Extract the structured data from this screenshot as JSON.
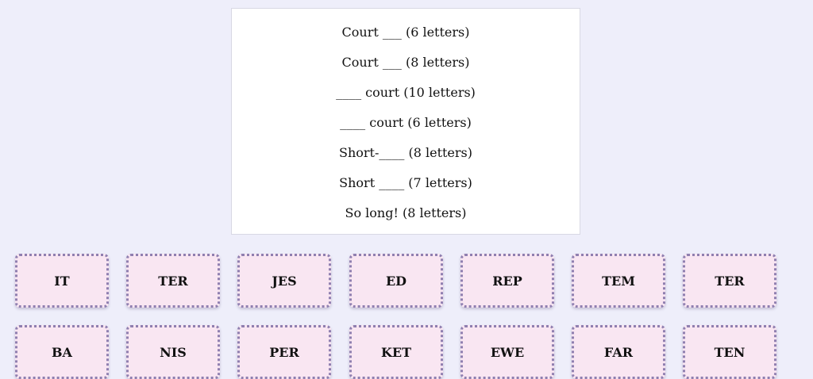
{
  "clues": [
    "Court ___ (6 letters)",
    "Court ___ (8 letters)",
    "____ court (10 letters)",
    "____ court (6 letters)",
    "Short-____ (8 letters)",
    "Short ____ (7 letters)",
    "So long! (8 letters)"
  ],
  "tiles": [
    [
      "IT",
      "TER",
      "JES",
      "ED",
      "REP",
      "TEM",
      "TER"
    ],
    [
      "BA",
      "NIS",
      "PER",
      "KET",
      "EWE",
      "FAR",
      "TEN"
    ]
  ]
}
